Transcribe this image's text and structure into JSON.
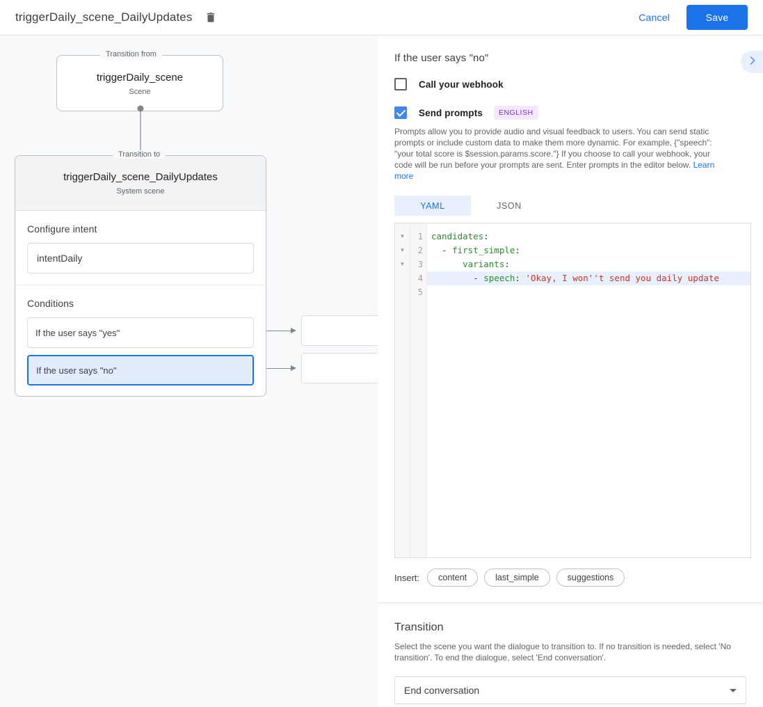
{
  "topbar": {
    "title": "triggerDaily_scene_DailyUpdates",
    "delete_icon": "trash-icon",
    "cancel_label": "Cancel",
    "save_label": "Save",
    "accent_color": "#1a73e8"
  },
  "canvas": {
    "from_legend": "Transition from",
    "from_node_title": "triggerDaily_scene",
    "from_node_subtitle": "Scene",
    "to_legend": "Transition to",
    "to_node_title": "triggerDaily_scene_DailyUpdates",
    "to_node_subtitle": "System scene",
    "intent_section_label": "Configure intent",
    "intent_value": "intentDaily",
    "conditions_section_label": "Conditions",
    "conditions": [
      {
        "label": "If the user says \"yes\"",
        "selected": false
      },
      {
        "label": "If the user says \"no\"",
        "selected": true
      }
    ]
  },
  "panel": {
    "title": "If the user says \"no\"",
    "collapse_icon": "chevron-right-icon",
    "webhook": {
      "label": "Call your webhook",
      "checked": false
    },
    "prompts": {
      "label": "Send prompts",
      "checked": true,
      "badge": "ENGLISH",
      "badge_color": "#8430ce",
      "helper": "Prompts allow you to provide audio and visual feedback to users. You can send static prompts or include custom data to make them more dynamic. For example, {\"speech\": \"your total score is $session.params.score.\"} If you choose to call your webhook, your code will be run before your prompts are sent. Enter prompts in the editor below.",
      "helper_link": "Learn more"
    },
    "editor": {
      "tabs": [
        {
          "label": "YAML",
          "active": true
        },
        {
          "label": "JSON",
          "active": false
        }
      ],
      "line_numbers": [
        "1",
        "2",
        "3",
        "4",
        "5"
      ],
      "fold_markers": [
        "▼",
        "▼",
        "▼",
        "",
        ""
      ],
      "lines": [
        {
          "indent": "",
          "key": "candidates",
          "punc": ":",
          "value": "",
          "highlight": false
        },
        {
          "indent": "  - ",
          "key": "first_simple",
          "punc": ":",
          "value": "",
          "highlight": false
        },
        {
          "indent": "      ",
          "key": "variants",
          "punc": ":",
          "value": "",
          "highlight": false
        },
        {
          "indent": "        - ",
          "key": "speech",
          "punc": ": ",
          "value": "'Okay, I won''t send you daily update",
          "highlight": true
        },
        {
          "indent": "",
          "key": "",
          "punc": "",
          "value": "",
          "highlight": false
        }
      ]
    },
    "insert": {
      "label": "Insert:",
      "chips": [
        "content",
        "last_simple",
        "suggestions"
      ]
    },
    "transition": {
      "title": "Transition",
      "description": "Select the scene you want the dialogue to transition to. If no transition is needed, select 'No transition'. To end the dialogue, select 'End conversation'.",
      "selected": "End conversation"
    }
  }
}
